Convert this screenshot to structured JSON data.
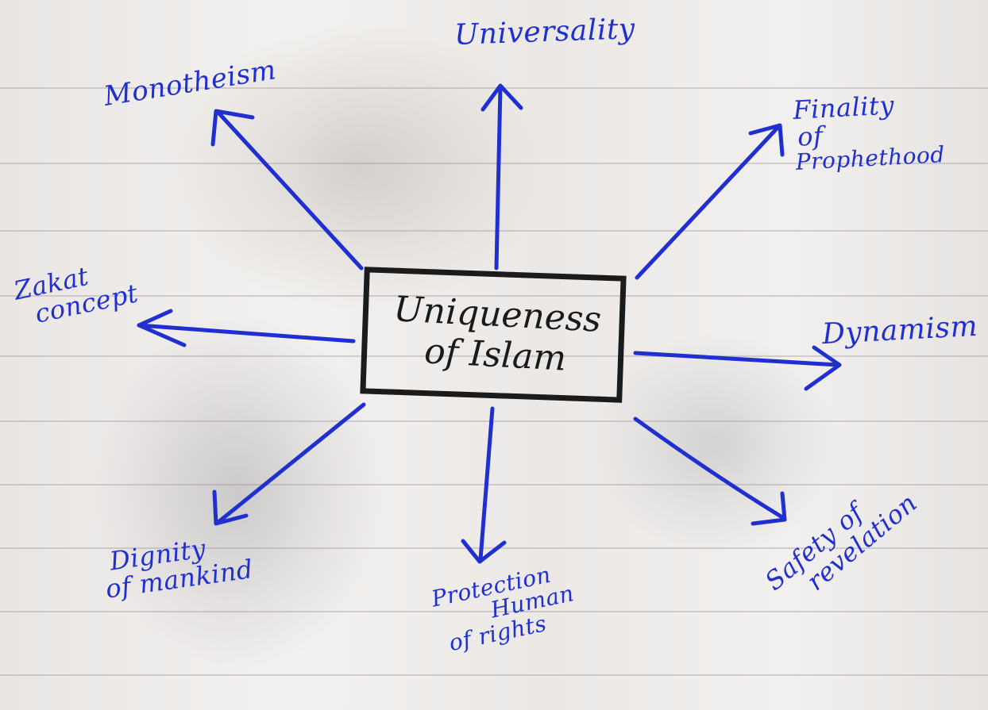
{
  "diagram": {
    "center": {
      "line1": "Uniqueness",
      "line2": "of Islam"
    },
    "branches": {
      "universality": "Universality",
      "monotheism": "Monotheism",
      "finality": [
        "Finality",
        "of",
        "Prophethood"
      ],
      "zakat": [
        "Zakat",
        "concept"
      ],
      "dynamism": "Dynamism",
      "dignity": [
        "Dignity",
        "of mankind"
      ],
      "protection": [
        "Protection",
        "Human",
        "of rights"
      ],
      "safety": [
        "Safety of",
        "revelation"
      ]
    },
    "colors": {
      "ink": "#1f2fd0",
      "box": "#1b1b1b"
    }
  }
}
